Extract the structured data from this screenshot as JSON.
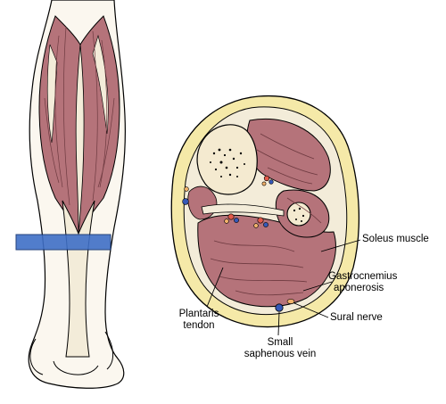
{
  "labels": {
    "soleus": "Soleus muscle",
    "gastroc_line1": "Gastrocnemius",
    "gastroc_line2": "aponerosis",
    "sural": "Sural nerve",
    "plantaris_line1": "Plantaris",
    "plantaris_line2": "tendon",
    "saphenous_line1": "Small",
    "saphenous_line2": "saphenous vein"
  },
  "colors": {
    "muscle": "#b5737a",
    "muscle_dark": "#8e4a52",
    "tendon": "#f3ecd9",
    "bone": "#f4ead0",
    "fat": "#f5e9a8",
    "skin_outline": "#000000",
    "section_band": "#3f6fc7",
    "nerve": "#f2b26b",
    "vein": "#3559b8"
  }
}
